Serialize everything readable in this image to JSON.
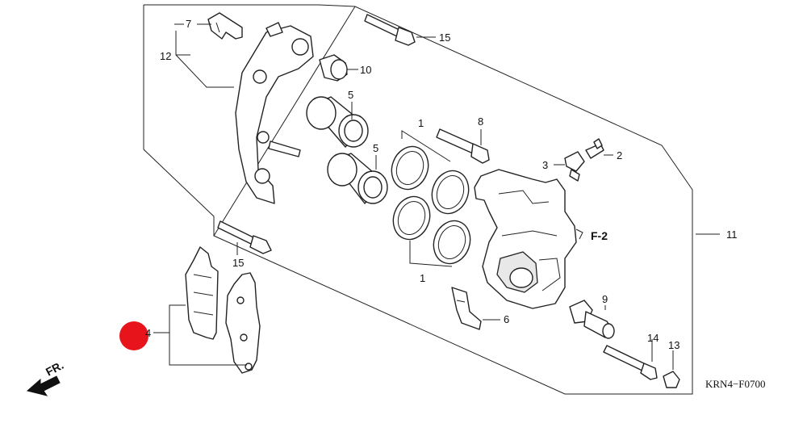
{
  "diagram": {
    "code": "KRN4−F0700",
    "direction": "FR.",
    "reference": "F-2",
    "callouts": {
      "c1a": "1",
      "c1b": "1",
      "c2": "2",
      "c3": "3",
      "c4": "4",
      "c5a": "5",
      "c5b": "5",
      "c6": "6",
      "c7": "7",
      "c8": "8",
      "c9": "9",
      "c10": "10",
      "c11": "11",
      "c12": "12",
      "c13": "13",
      "c14": "14",
      "c15a": "15",
      "c15b": "15"
    },
    "highlight_color": "#e8141c"
  }
}
